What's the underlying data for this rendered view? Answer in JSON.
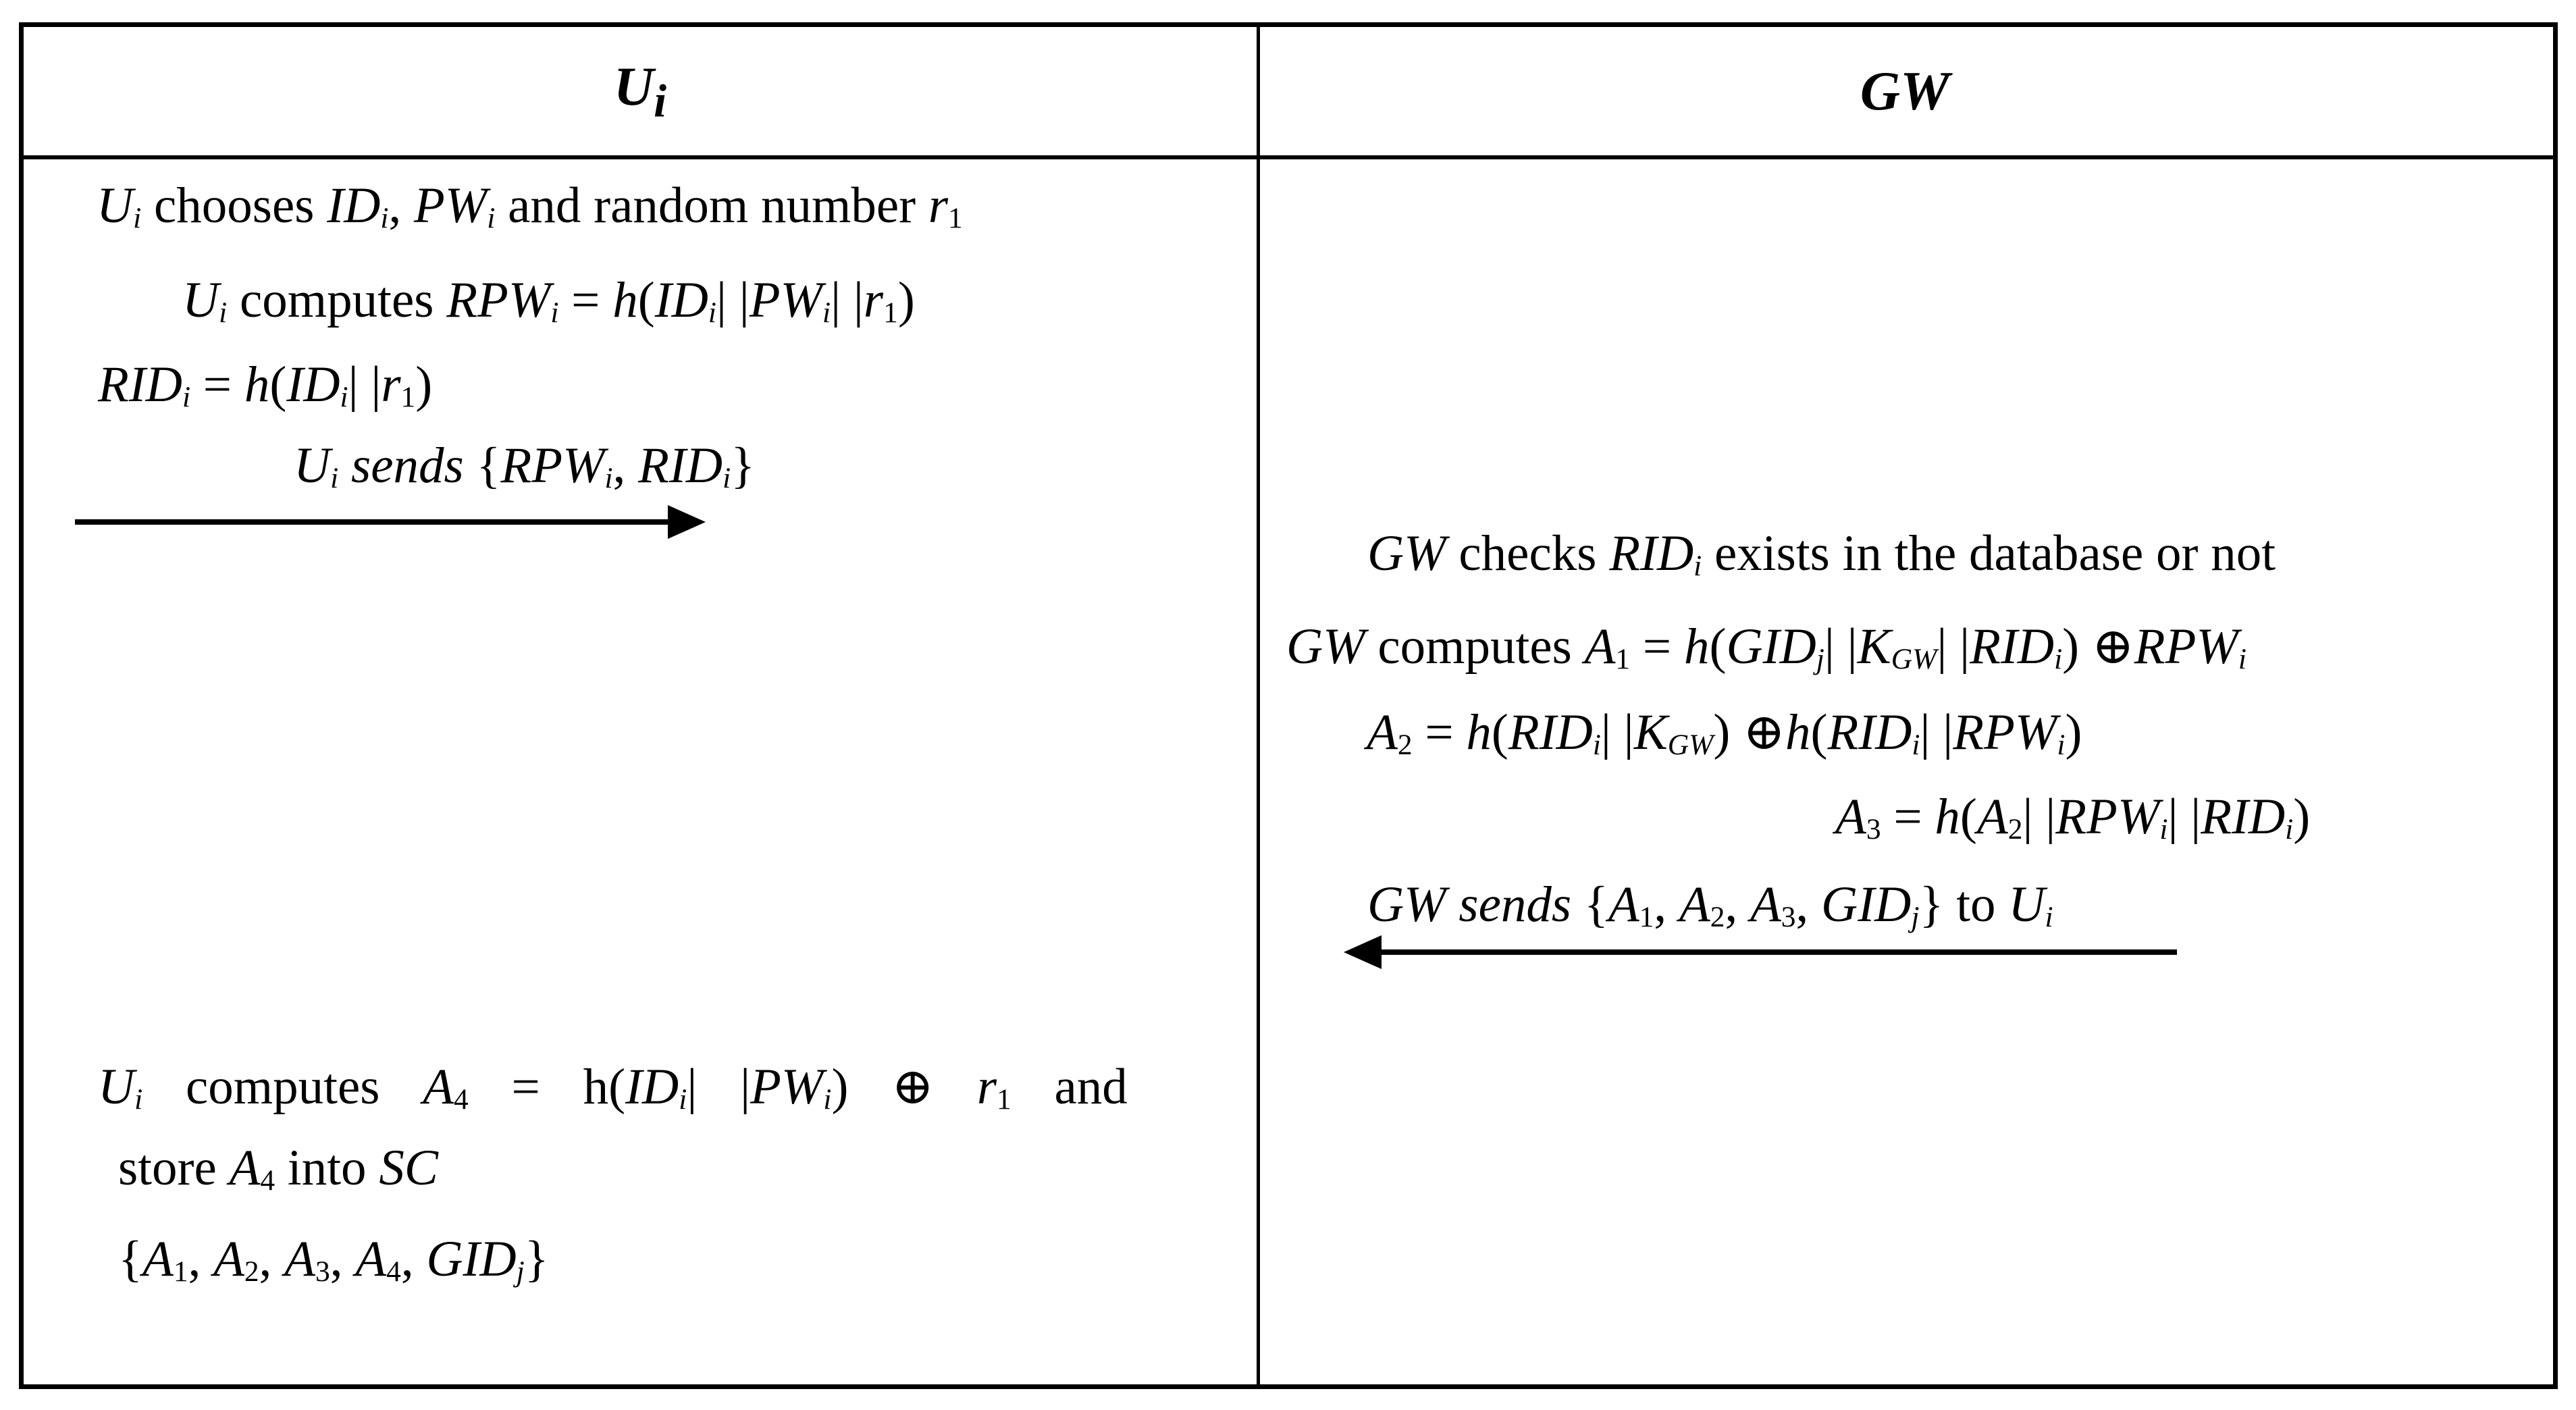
{
  "figure": {
    "kind": "registration-phase-protocol-table",
    "text_color": "#000000",
    "border_color": "#000000",
    "background_color": "#ffffff",
    "columns": {
      "user": {
        "header": "*U*[*i*]",
        "steps": {
          "choose": "*U*[*i*] chooses *ID*[*i*], *PW*[*i*] and random number *r*[1]",
          "compute_rpw": "*U*[*i*] computes *RPW*[*i*] = *h*(*ID*[*i*]| |*PW*[*i*]| |*r*[1])",
          "compute_rid": "*RID*[*i*] = *h*(*ID*[*i*]| |*r*[1])",
          "send": "*U*[*i*] *sends* {*RPW*[*i*], *RID*[*i*]}",
          "compute_a4": "*U*[*i*] computes *A*[4] = h(*ID*[*i*]| |*PW*[*i*]) ⊕ *r*[1] and",
          "store": "store *A*[4] into *SC*",
          "smartcard_contents": "{*A*[1], *A*[2], *A*[3], *A*[4], *GID*[*j*]}"
        }
      },
      "gateway": {
        "header": "*GW*",
        "steps": {
          "check": "*GW* checks *RID*[*i*] exists in the database or not",
          "compute_a1": "*GW* computes *A*[1] = *h*(*GID*[*j*]| |*K*[*GW*]| |*RID*[*i*]) ⊕*RPW*[*i*]",
          "compute_a2": "*A*[2] = *h*(*RID*[*i*]| |*K*[*GW*]) ⊕*h*(*RID*[*i*]| |*RPW*[*i*])",
          "compute_a3": "*A*[3] = *h*(*A*[2]| |*RPW*[*i*]| |*RID*[*i*])",
          "send": "*GW* *sends* {*A*[1], *A*[2], *A*[3], *GID*[*j*]} to *U*[*i*]"
        }
      }
    },
    "arrows": {
      "user_to_gw": "right",
      "gw_to_user": "left"
    }
  }
}
